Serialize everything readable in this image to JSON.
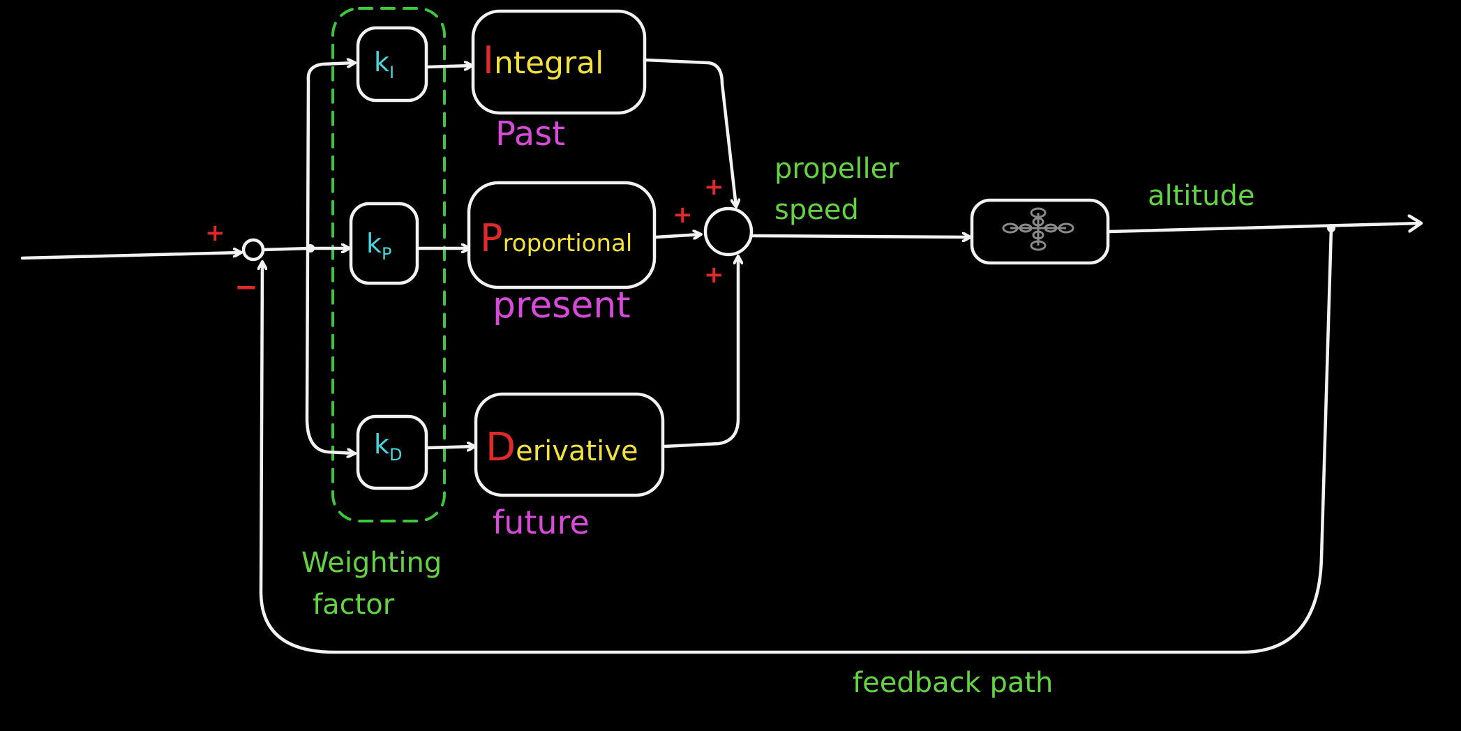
{
  "signs": {
    "input_plus": "+",
    "feedback_minus": "−",
    "integral_plus": "+",
    "proportional_plus": "+",
    "derivative_plus": "+"
  },
  "gains": {
    "ki_main": "k",
    "ki_sub": "I",
    "kp_main": "k",
    "kp_sub": "P",
    "kd_main": "k",
    "kd_sub": "D"
  },
  "blocks": {
    "integral_initial": "I",
    "integral_rest": "ntegral",
    "proportional_initial": "P",
    "proportional_rest": "roportional",
    "derivative_initial": "D",
    "derivative_rest": "erivative"
  },
  "time_labels": {
    "integral": "Past",
    "proportional": "present",
    "derivative": "future"
  },
  "annotations": {
    "weighting_line1": "Weighting",
    "weighting_line2": "factor",
    "propeller_line1": "propeller",
    "propeller_line2": "speed",
    "altitude": "altitude",
    "feedback": "feedback path"
  },
  "colors": {
    "background": "#000000",
    "wire": "#f2f2f2",
    "annotation": "#63d343",
    "time_label": "#d84ad8",
    "block_initial": "#e02a2a",
    "block_text": "#f2e23a",
    "gain_text": "#47d6e0",
    "sign": "#e02a2a"
  },
  "icons": {
    "plant": "quadcopter-icon"
  }
}
